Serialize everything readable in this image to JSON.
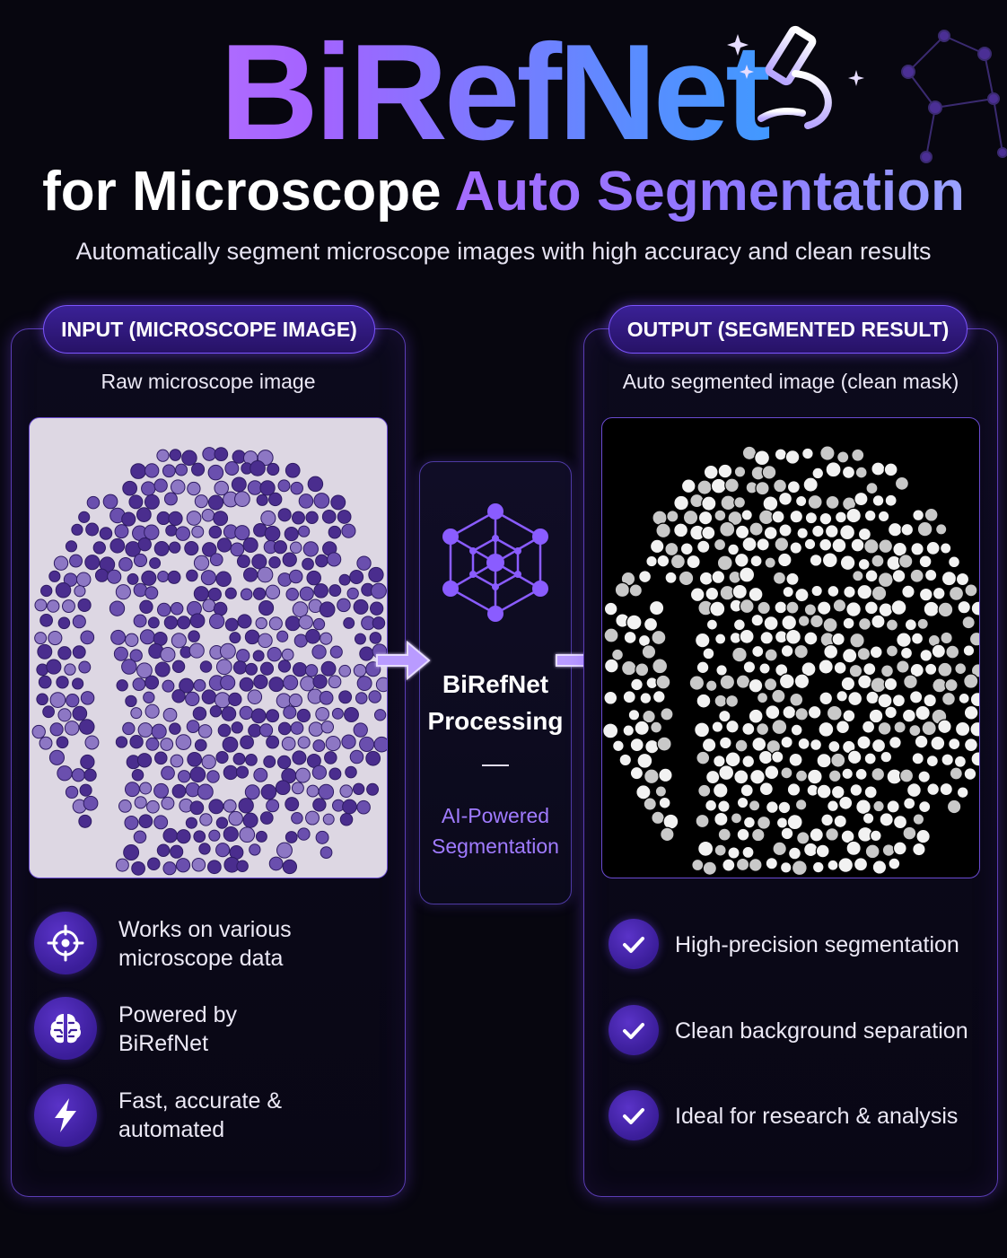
{
  "header": {
    "title": "BiRefNet",
    "subtitle_plain": "for Microscope",
    "subtitle_highlight": "Auto Segmentation",
    "tagline": "Automatically segment microscope images with high accuracy and clean results"
  },
  "input_panel": {
    "label": "INPUT (MICROSCOPE IMAGE)",
    "caption": "Raw microscope image",
    "features": [
      {
        "icon": "crosshair-icon",
        "line1": "Works on various",
        "line2": "microscope data"
      },
      {
        "icon": "brain-icon",
        "line1": "Powered by",
        "line2": "BiRefNet"
      },
      {
        "icon": "lightning-icon",
        "line1": "Fast, accurate &",
        "line2": "automated"
      }
    ]
  },
  "processing": {
    "line1": "BiRefNet",
    "line2": "Processing",
    "sub1": "AI-Powered",
    "sub2": "Segmentation"
  },
  "output_panel": {
    "label": "OUTPUT (SEGMENTED RESULT)",
    "caption": "Auto segmented image (clean mask)",
    "features": [
      {
        "icon": "check-icon",
        "text": "High-precision segmentation"
      },
      {
        "icon": "check-icon",
        "text": "Clean background separation"
      },
      {
        "icon": "check-icon",
        "text": "Ideal for research & analysis"
      }
    ]
  },
  "colors": {
    "background": "#07060f",
    "accent_purple": "#7c55ff",
    "accent_blue": "#2aa4ff",
    "cell_stain": "#4a2d8e",
    "highlight_text": "#a07bff"
  }
}
